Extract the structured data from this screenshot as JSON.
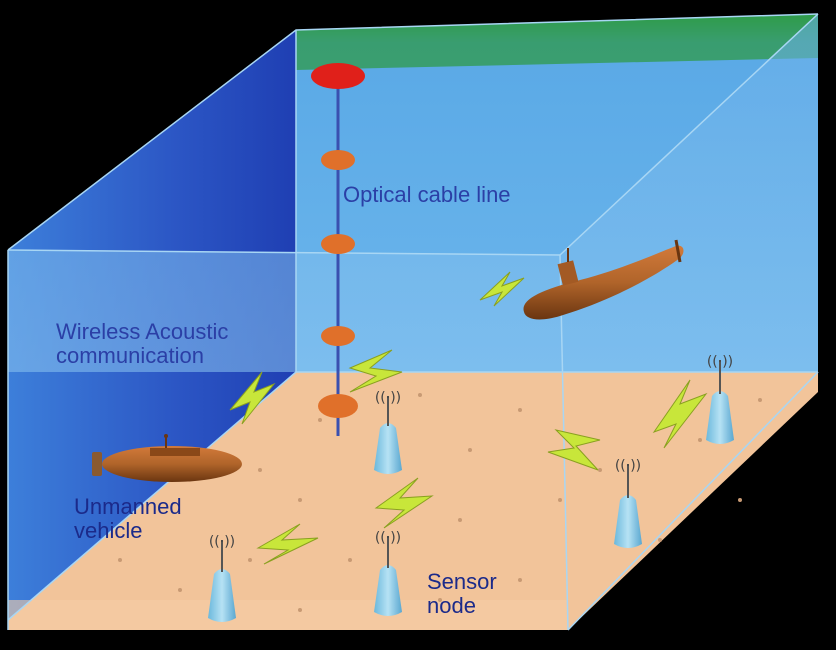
{
  "labels": {
    "optical_cable": "Optical cable line",
    "wireless_line1": "Wireless Acoustic",
    "wireless_line2": "communication",
    "unmanned_line1": "Unmanned",
    "unmanned_line2": "vehicle",
    "sensor_line1": "Sensor",
    "sensor_line2": "node"
  },
  "colors": {
    "background": "#000000",
    "water_top": "#2fa04a",
    "water": "#5aa6e8",
    "water_deep": "#2f63c9",
    "seabed": "#f2c49a",
    "cable": "#3a50b0",
    "buoy": "#e0201a",
    "node_float": "#e0702a",
    "sensor": "#8fcde8",
    "signal": "#c8e63a",
    "vehicle": "#b0642a",
    "label": "#2b3fa6"
  },
  "icons": [
    "buoy-icon",
    "submarine-icon",
    "uuv-icon",
    "sensor-node-icon",
    "lightning-signal-icon"
  ]
}
